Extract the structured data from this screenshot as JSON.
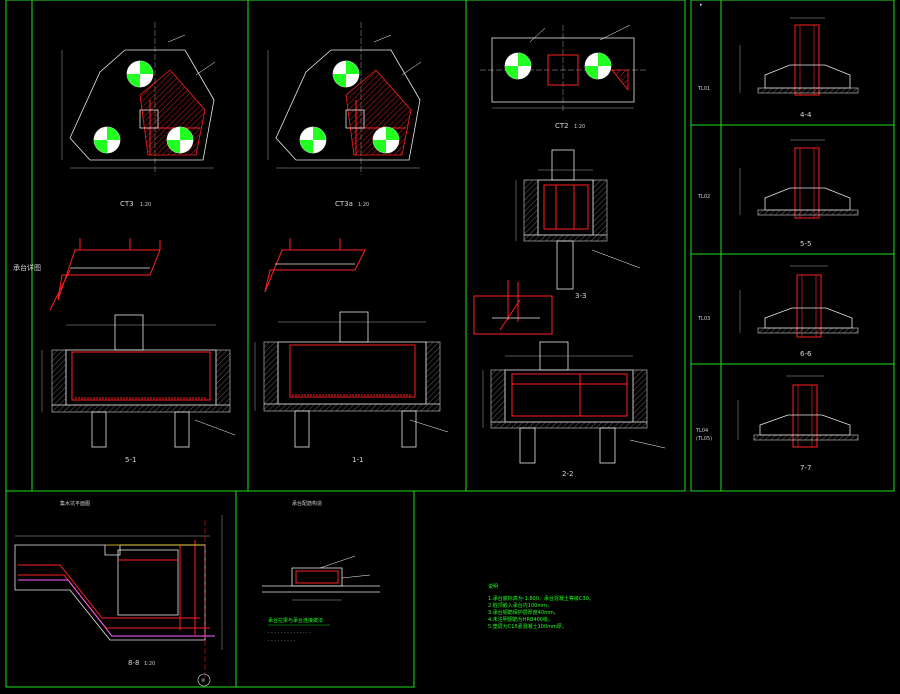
{
  "palette": {
    "background": "#000000",
    "frame": "#20e020",
    "rebar": "#ff2020",
    "outline": "#e8e8e8",
    "pile_symbol": "#20ff20",
    "note_text": "#20ff20"
  },
  "labels": {
    "left_margin": "承台详图",
    "plan_cts3": "CT3",
    "plan_cts3b": "CT3a",
    "plan_ct2": "CT2",
    "sec_5_1": "5-1",
    "sec_1_1": "1-1",
    "sec_2_2": "2-2",
    "sec_3_3": "3-3",
    "sec_4_4": "4-4",
    "sec_5_5": "5-5",
    "sec_6_6": "6-6",
    "sec_7_7": "7-7",
    "sec_8_8": "8-8",
    "beam_tl1": "TL01",
    "beam_tl2": "TL02",
    "beam_tl3": "TL03",
    "beam_tl4": "TL04",
    "beam_tl4b": "(TL05)",
    "scale": "1:20",
    "section_title_left": "集水坑平面图",
    "section_title_mid": "承台配筋构造",
    "mid_caption": "承台拉梁与承台连接做法",
    "notes_title": "说明",
    "notes": [
      "1.承台底标高为-1.800，承台混凝土等级C30。",
      "2.桩顶嵌入承台内100mm。",
      "3.承台钢筋保护层厚度40mm。",
      "4.未注明钢筋为HRB400级。",
      "5.垫层为C15素混凝土100mm厚。"
    ],
    "circle_tag": "⑧"
  }
}
